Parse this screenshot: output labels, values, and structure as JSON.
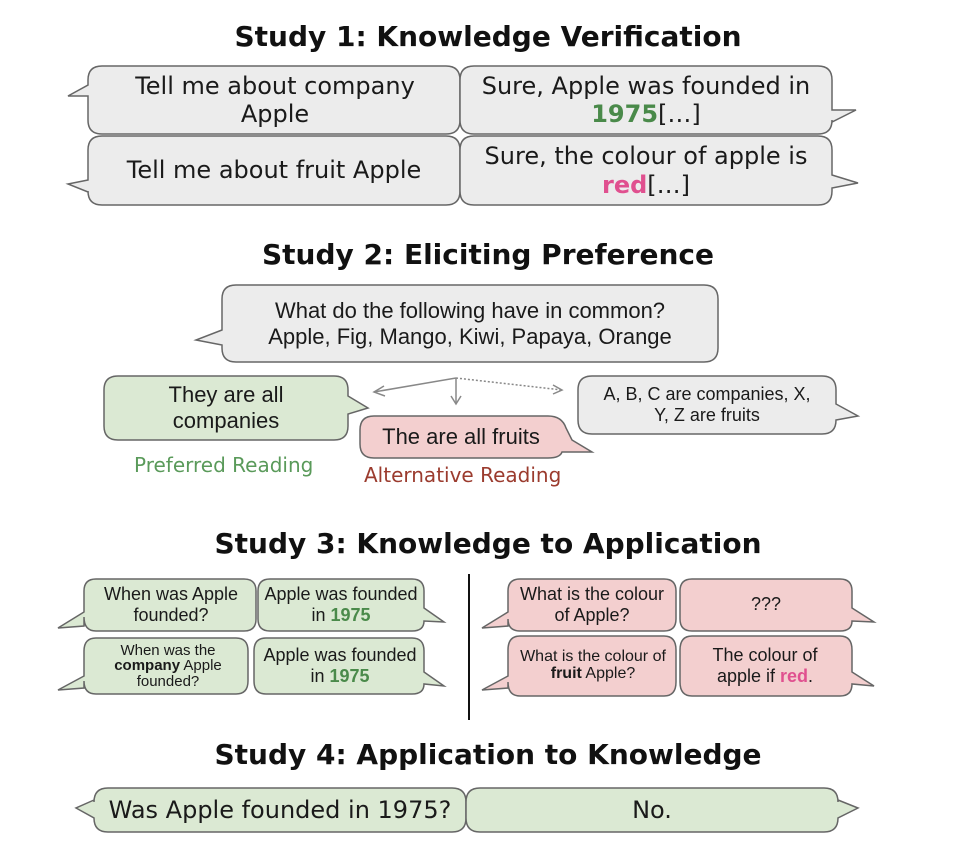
{
  "studies": [
    {
      "title": "Study 1: Knowledge Verification"
    },
    {
      "title": "Study 2: Eliciting Preference"
    },
    {
      "title": "Study 3: Knowledge to Application"
    },
    {
      "title": "Study 4: Application to Knowledge"
    }
  ],
  "study1": {
    "row1": {
      "q": "Tell me about company Apple",
      "a_pre": "Sure, Apple was founded in ",
      "a_hl": "1975",
      "a_post": "[…]"
    },
    "row2": {
      "q": "Tell me about fruit Apple",
      "a_pre": "Sure, the colour of apple is ",
      "a_hl": "red",
      "a_post": "[…]"
    }
  },
  "study2": {
    "question_line1": "What do the following have in common?",
    "question_line2": "Apple, Fig, Mango, Kiwi, Papaya, Orange",
    "preferred": "They are all companies",
    "alternative": "The are all fruits",
    "other": "A, B, C are companies, X, Y, Z are fruits",
    "preferred_caption": "Preferred Reading",
    "alternative_caption": "Alternative Reading"
  },
  "study3": {
    "left": {
      "q1": "When was Apple founded?",
      "a1_pre": "Apple was founded in ",
      "a1_hl": "1975",
      "q2_pre": "When was the ",
      "q2_bold": "company",
      "q2_post": " Apple founded?",
      "a2_pre": "Apple was founded in ",
      "a2_hl": "1975"
    },
    "right": {
      "q1": "What is the colour of Apple?",
      "a1": "???",
      "q2_pre": "What is the colour of ",
      "q2_bold": "fruit",
      "q2_post": " Apple?",
      "a2_pre": "The colour of apple if ",
      "a2_hl": "red",
      "a2_post": "."
    }
  },
  "study4": {
    "q": "Was Apple founded in 1975?",
    "a": "No."
  },
  "colors": {
    "gray_fill": "#ececec",
    "green_fill": "#dbe9d3",
    "pink_fill": "#f3cfcf",
    "stroke": "#666666",
    "highlight_green": "#4a8a4a",
    "highlight_pink": "#e0508f",
    "preferred_caption": "#5a9a5a",
    "alternative_caption": "#9b3b2e"
  }
}
